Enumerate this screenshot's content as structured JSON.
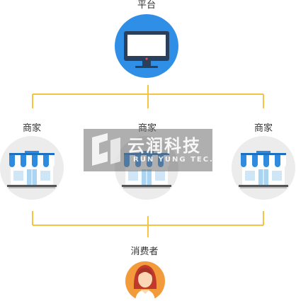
{
  "nodes": {
    "platform": {
      "label": "平台"
    },
    "merchants": [
      {
        "label": "商家"
      },
      {
        "label": "商家"
      },
      {
        "label": "商家"
      }
    ],
    "consumer": {
      "label": "消费者"
    }
  },
  "watermark": {
    "name": "云润科技",
    "subtitle": "RUN YUNG TEC."
  },
  "colors": {
    "connector": "#f5c542",
    "platform_circle": "#2f8fe6",
    "merchant_circle": "#ececec",
    "consumer_circle": "#f39a3a",
    "awning_blue": "#2d8be0",
    "awning_white": "#ffffff"
  }
}
